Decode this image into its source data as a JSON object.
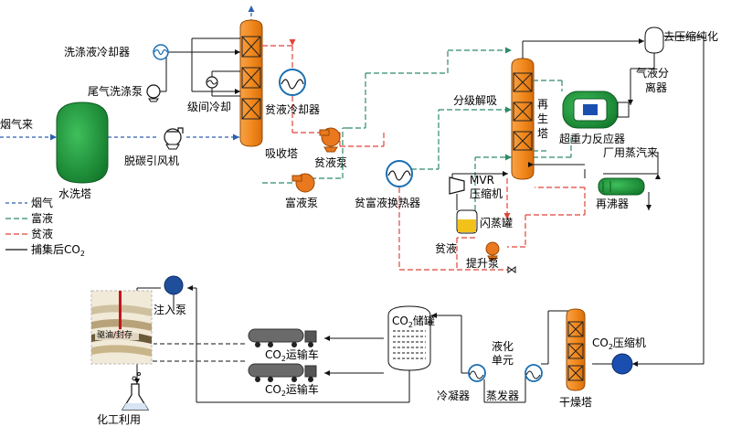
{
  "labels": {
    "flue_gas_in": "烟气来",
    "water_wash_tower": "水洗塔",
    "washing_liquid_cooler": "洗涤液冷却器",
    "tail_gas_wash_pump": "尾气洗涤泵",
    "intercooling": "级间冷却",
    "lean_liquid_cooler": "贫液冷却器",
    "decarb_fan": "脱碳引风机",
    "absorber": "吸收塔",
    "lean_pump": "贫液泵",
    "rich_pump": "富液泵",
    "lean_rich_exchanger": "贫富液换热器",
    "staged_desorption": "分级解吸",
    "regen_tower_1": "再",
    "regen_tower_2": "生",
    "regen_tower_3": "塔",
    "to_compression": "去压缩纯化",
    "gas_liquid_sep_1": "气液分",
    "gas_liquid_sep_2": "离器",
    "hypergravity_reactor": "超重力反应器",
    "plant_steam": "厂用蒸汽来",
    "reboiler": "再沸器",
    "mvr_1": "MVR",
    "mvr_2": "压缩机",
    "flash_tank": "闪蒸罐",
    "lean_liquid": "贫液",
    "lift_pump": "提升泵",
    "injection_pump": "注入泵",
    "eor_storage": "驱油/封存",
    "chemical_use": "化工利用",
    "co2_tank_prefix": "CO",
    "co2_tank_sub": "2",
    "co2_tank_suffix": "储罐",
    "truck1_prefix": "CO",
    "truck1_sub": "2",
    "truck1_suffix": "运输车",
    "truck2_prefix": "CO",
    "truck2_sub": "2",
    "truck2_suffix": "运输车",
    "condenser": "冷凝器",
    "evaporator": "蒸发器",
    "liquefaction_1": "液化",
    "liquefaction_2": "单元",
    "drying_tower": "干燥塔",
    "co2_compressor_prefix": "CO",
    "co2_compressor_sub": "2",
    "co2_compressor_suffix": "压缩机"
  },
  "legend": [
    {
      "label": "烟气",
      "color": "#2f5fb0",
      "dash": "4 3"
    },
    {
      "label": "富液",
      "color": "#2e8b6a",
      "dash": "6 3"
    },
    {
      "label": "贫液",
      "color": "#e0453a",
      "dash": "6 3"
    },
    {
      "label": "捕集后CO",
      "sub": "2",
      "color": "#111111",
      "dash": ""
    }
  ],
  "colors": {
    "flue_gas": "#2f5fb0",
    "rich": "#2e8b6a",
    "lean": "#e0453a",
    "co2": "#111111",
    "tower_fill": "#f28a1e",
    "wash_tower_fill": "#1c9a3c",
    "pump_fill": "#e9781e",
    "exchanger_fill": "#1a6fb3",
    "injection_pump_fill": "#1f4f9a",
    "flash_fill": "#f2c21a",
    "reboiler_fill": "#1f8a3c"
  }
}
